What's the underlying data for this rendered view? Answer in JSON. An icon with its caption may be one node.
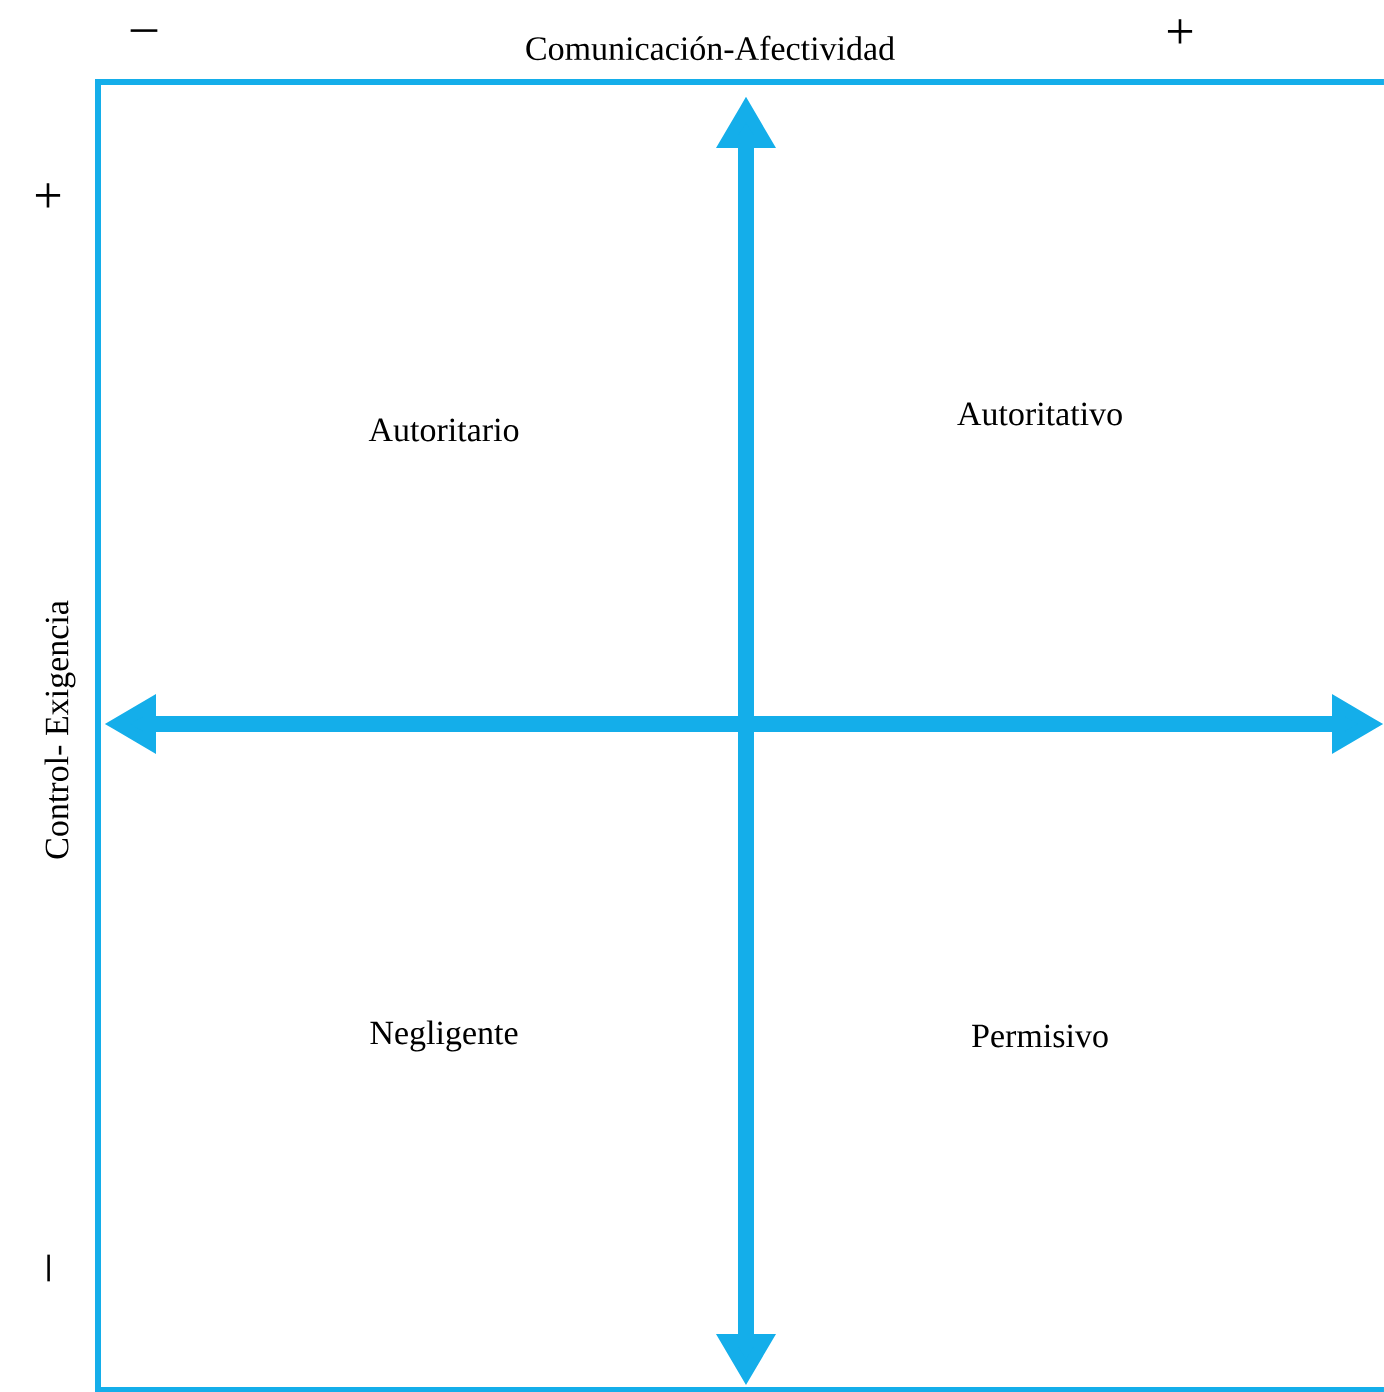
{
  "diagram": {
    "labels": [
      "–",
      "Comunicación-Afectividad",
      "+",
      "+",
      "Autoritario",
      "Autoritativo",
      "Control- Exigencia",
      "Negligente",
      "Permisivo",
      "–"
    ]
  }
}
